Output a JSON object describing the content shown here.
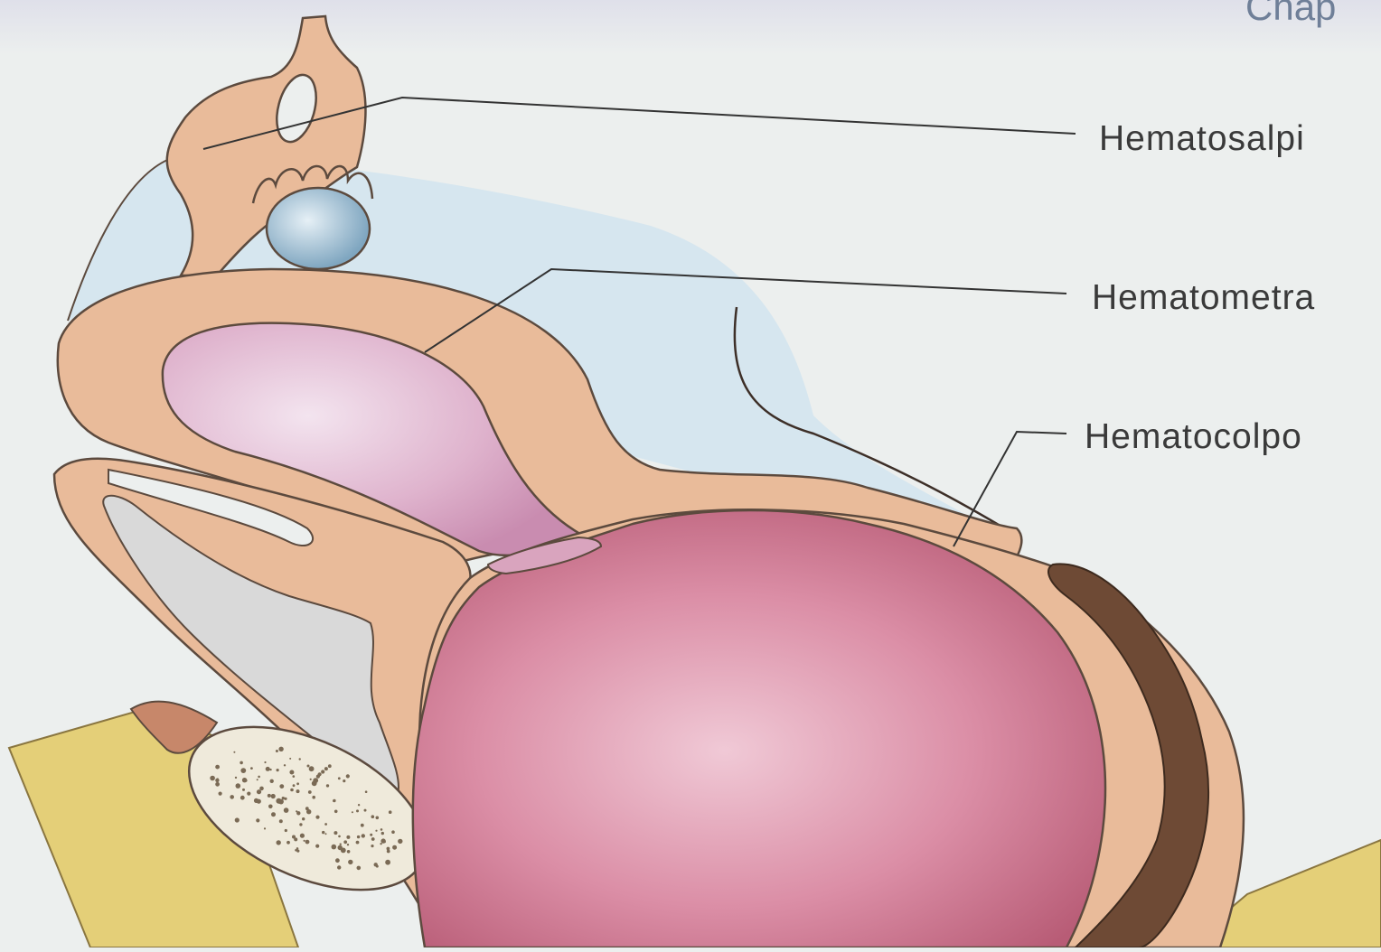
{
  "page": {
    "header_fragment": "Chap"
  },
  "labels": [
    {
      "id": "hematosalpinx",
      "text": "Hematosalpi"
    },
    {
      "id": "hematometra",
      "text": "Hematometra"
    },
    {
      "id": "hematocolpos",
      "text": "Hematocolpo"
    }
  ],
  "colors": {
    "page_bg": "#ecefee",
    "tissue": "#e9bb9a",
    "outline": "#5c4a3e",
    "peritoneal_fluid": "#d6e6ef",
    "uterine_blood": "#d7a4c4",
    "vaginal_blood": "#cf6f88",
    "rectum": "#6e4a35",
    "bladder_lining": "#d9d9d9",
    "perineum_skin": "#e4cf78",
    "ovary": "#a8c8dc"
  }
}
